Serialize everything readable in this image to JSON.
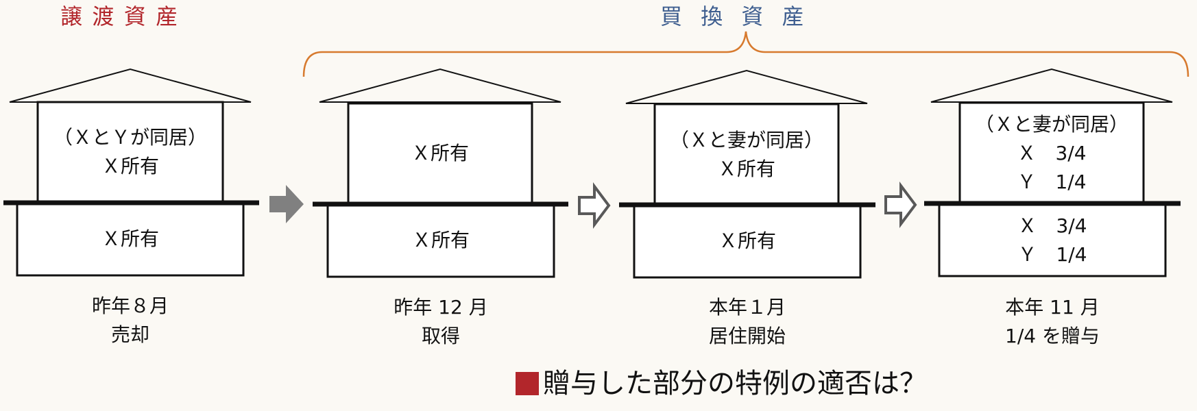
{
  "headers": {
    "sold_asset": "譲渡資産",
    "replacement_asset": "買換資産"
  },
  "houses": [
    {
      "upper": [
        "（ＸとＹが同居）",
        "Ｘ所有"
      ],
      "lower": [
        "Ｘ所有"
      ],
      "caption": [
        "昨年８月",
        "売却"
      ]
    },
    {
      "upper": [
        "Ｘ所有"
      ],
      "lower": [
        "Ｘ所有"
      ],
      "caption": [
        "昨年 12 月",
        "取得"
      ]
    },
    {
      "upper": [
        "（Ｘと妻が同居）",
        "Ｘ所有"
      ],
      "lower": [
        "Ｘ所有"
      ],
      "caption": [
        "本年１月",
        "居住開始"
      ]
    },
    {
      "upper": [
        "（Ｘと妻が同居）",
        "Ｘ　3/4",
        "Ｙ　1/4"
      ],
      "lower": [
        "Ｘ　3/4",
        "Ｙ　1/4"
      ],
      "caption": [
        "本年 11 月",
        "1/4 を贈与"
      ]
    }
  ],
  "question": {
    "text": "贈与した部分の特例の適否は？"
  },
  "colors": {
    "background": "#fbf9f4",
    "sold_header": "#b2262b",
    "replacement_header": "#3e5e8f",
    "brace": "#d77a2e",
    "filled_arrow": "#808080",
    "outline_arrow": "#595959",
    "question_mark": "#b2262b"
  }
}
